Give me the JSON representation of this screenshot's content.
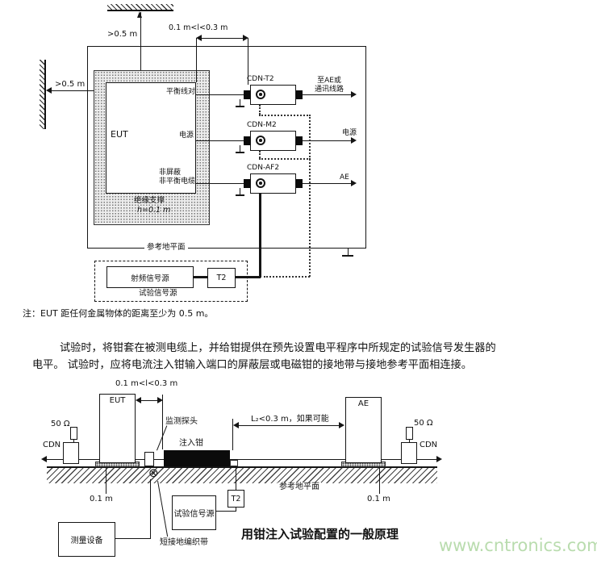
{
  "watermark": {
    "text": "www.cntronics.com",
    "color": "#b9dcae"
  },
  "top_diagram": {
    "ceiling_clearance": ">0.5 m",
    "wall_clearance": ">0.5 m",
    "cable_length_dim": "0.1 m<l<0.3 m",
    "eut": "EUT",
    "insulating_support": "绝缘支撑",
    "support_height": "h=0.1 m",
    "port_balanced_pair": "平衡线对",
    "port_power": "电源",
    "port_unshielded_line1": "非屏蔽",
    "port_unshielded_line2": "非平衡电缆",
    "cdn_units": [
      {
        "name": "CDN-T2",
        "out_line1": "至AE或",
        "out_line2": "通讯线路"
      },
      {
        "name": "CDN-M2",
        "out": "电源"
      },
      {
        "name": "CDN-AF2",
        "out": "AE"
      }
    ],
    "ground_plane": "参考地平面",
    "rf_source": "射频信号源",
    "t2": "T2",
    "test_signal_source": "试验信号源",
    "note": "注：EUT 距任何金属物体的距离至少为 0.5 m。"
  },
  "paragraph": {
    "line1": "试验时，将钳套在被测电缆上，并给钳提供在预先设置电平程序中所规定的试验信号发生器的",
    "line2": "电平。 试验时，应将电流注入钳输入端口的屏蔽层或电磁钳的接地带与接地参考平面相连接。"
  },
  "bottom_diagram": {
    "cable_length_dim": "0.1 m<l<0.3 m",
    "l2_dim": "L₂<0.3 m，如果可能",
    "eut": "EUT",
    "ae": "AE",
    "resistor_left": "50 Ω",
    "resistor_right": "50 Ω",
    "cdn_left": "CDN",
    "cdn_right": "CDN",
    "monitor_probe": "监测探头",
    "injection_clamp": "注入钳",
    "ground_plane": "参考地平面",
    "height_left": "0.1 m",
    "height_right": "0.1 m",
    "measuring_equipment": "测量设备",
    "ground_braid": "短接地编织带",
    "test_signal_source": "试验信号源",
    "t2": "T2",
    "caption": "用钳注入试验配置的一般原理"
  }
}
